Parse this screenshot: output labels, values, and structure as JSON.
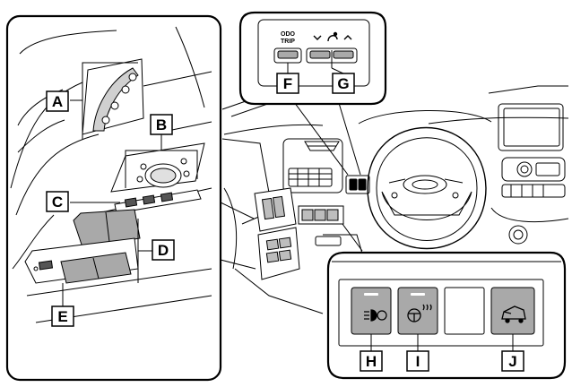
{
  "callouts": {
    "a": "A",
    "b": "B",
    "c": "C",
    "d": "D",
    "e": "E",
    "f": "F",
    "g": "G",
    "h": "H",
    "i": "I",
    "j": "J"
  },
  "switch_text": {
    "odo_line1": "ODO",
    "odo_line2": "TRIP"
  },
  "colors": {
    "switch_gray": "#a9a9a9",
    "label_box_fill": "#ffffff",
    "line": "#000000"
  },
  "icons": {
    "g": "instrument-brightness-icon",
    "h": "auto-high-beam-icon",
    "i": "heated-steering-wheel-icon",
    "j": "tailgate-icon"
  }
}
